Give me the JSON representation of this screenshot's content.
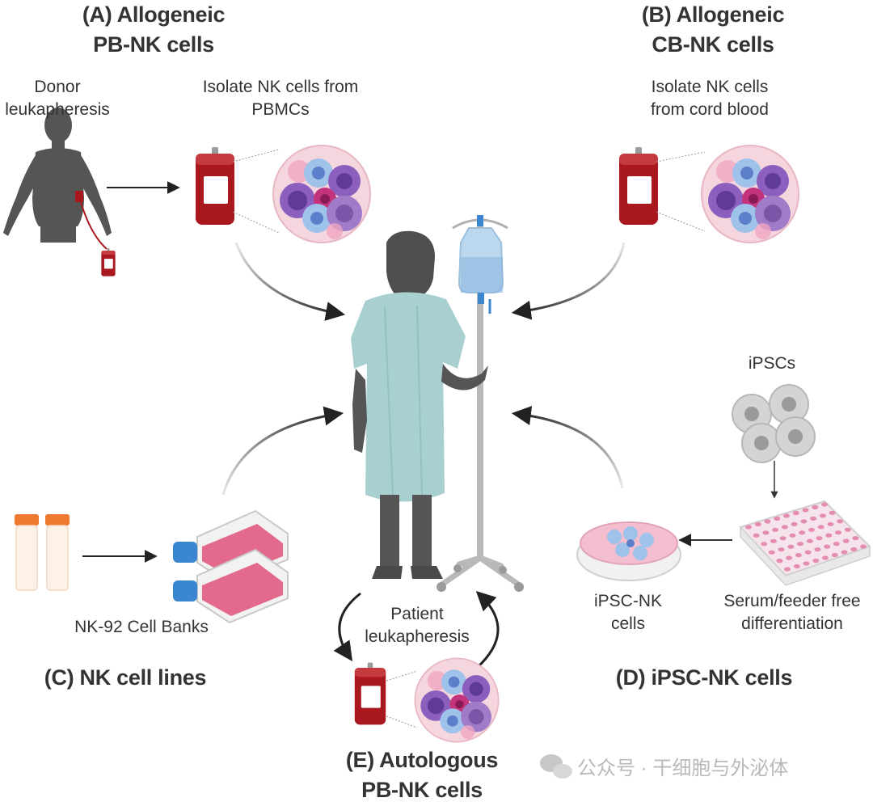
{
  "panels": {
    "a": {
      "title_line1": "(A) Allogeneic",
      "title_line2": "PB-NK cells",
      "donor_line1": "Donor",
      "donor_line2": "leukapheresis",
      "step_line1": "Isolate NK cells from",
      "step_line2": "PBMCs"
    },
    "b": {
      "title_line1": "(B) Allogeneic",
      "title_line2": "CB-NK cells",
      "step_line1": "Isolate NK cells",
      "step_line2": "from cord blood"
    },
    "c": {
      "title": "(C) NK cell lines",
      "source_label": "NK-92 Cell Banks"
    },
    "d": {
      "title": "(D) iPSC-NK cells",
      "source_label": "iPSCs",
      "diff_line1": "Serum/feeder free",
      "diff_line2": "differentiation",
      "product_line1": "iPSC-NK",
      "product_line2": "cells"
    },
    "e": {
      "title_line1": "(E) Autologous",
      "title_line2": "PB-NK cells",
      "step_line1": "Patient",
      "step_line2": "leukapheresis"
    }
  },
  "watermark": "公众号 · 干细胞与外泌体",
  "colors": {
    "blood_bag": "#a8181e",
    "gown": "#a9d0d0",
    "silhouette": "#555555",
    "cell_purple": "#8c5fbf",
    "cell_blue": "#9fc2ea",
    "flask_pink": "#e36a8c",
    "flask_cap": "#3a86d0",
    "tube_cap": "#f07a30",
    "iv_fluid": "#bcd8ee"
  }
}
